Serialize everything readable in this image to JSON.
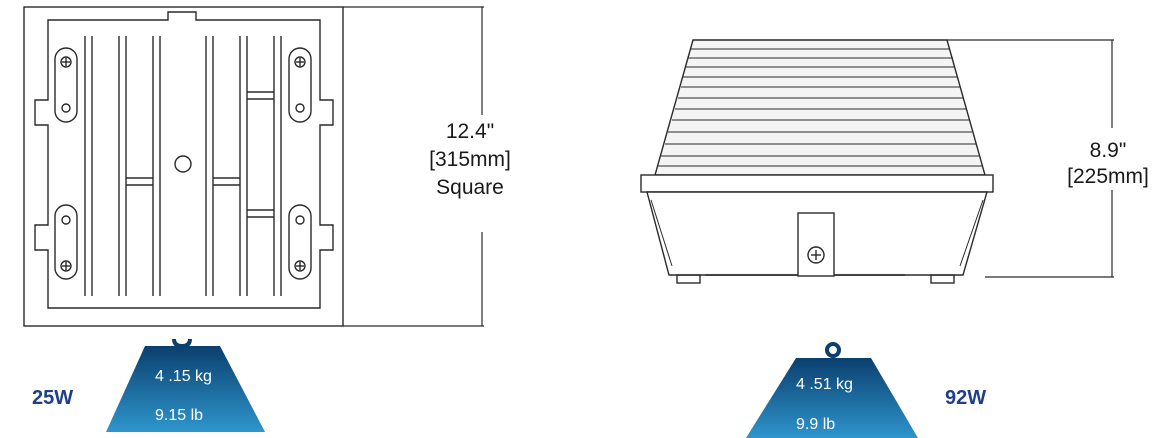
{
  "left_unit": {
    "dimension": {
      "imperial": "12.4\"",
      "metric": "[315mm]",
      "shape": "Square"
    },
    "wattage": "25W",
    "weight": {
      "kg": "4 .15 kg",
      "lb": "9.15 lb"
    }
  },
  "right_unit": {
    "dimension": {
      "imperial": "8.9\"",
      "metric": "[225mm]"
    },
    "wattage": "92W",
    "weight": {
      "kg": "4 .51 kg",
      "lb": "9.9 lb"
    }
  },
  "colors": {
    "line": "#2a2a2a",
    "weight_dark": "#0a3f6e",
    "weight_light": "#2e95cc",
    "label_blue": "#1f3f8a"
  }
}
